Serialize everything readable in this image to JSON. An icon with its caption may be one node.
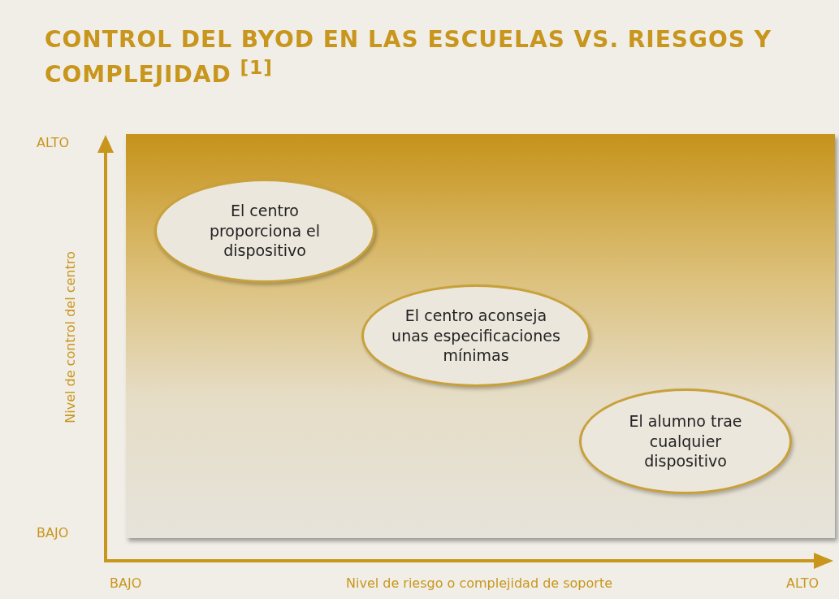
{
  "diagram": {
    "title": "CONTROL DEL BYOD EN LAS ESCUELAS VS. RIESGOS Y COMPLEJIDAD $^{[1]}$",
    "nodes": [
      {
        "text": [
          "El centro proporciona el dispositivo"
        ]
      },
      {
        "text": [
          "El centro aconseja unas especificaciones mínimas"
        ]
      },
      {
        "text": [
          "El alumno trae cualquier dispositivo"
        ]
      }
    ],
    "edges": [],
    "labels": [
      "ALTO",
      "Nivel de control del centro",
      "BAJO",
      "BAJO",
      "Nivel de riesgo o complejidad de soporte",
      "ALTO"
    ]
  }
}
